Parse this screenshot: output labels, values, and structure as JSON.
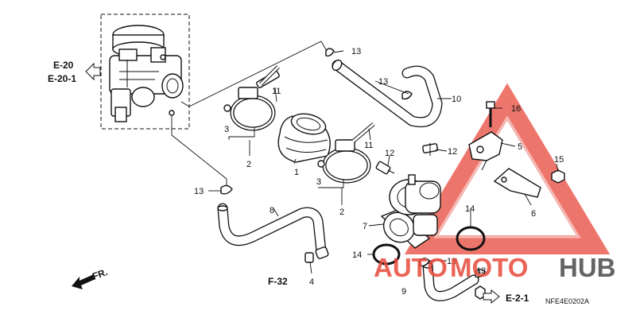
{
  "drawing_code": "NFE4E0202A",
  "references": {
    "e20": "E-20",
    "e201": "E-20-1",
    "f32": "F-32",
    "e21": "E-2-1",
    "fr": "FR."
  },
  "part_numbers": {
    "p1": "1",
    "p2a": "2",
    "p2b": "2",
    "p3a": "3",
    "p3b": "3",
    "p4": "4",
    "p5": "5",
    "p6": "6",
    "p7": "7",
    "p8": "8",
    "p9": "9",
    "p10": "10",
    "p11a": "11",
    "p11b": "11",
    "p12a": "12",
    "p12b": "12",
    "p13a": "13",
    "p13b": "13",
    "p13c": "13",
    "p13d": "13",
    "p13e": "13",
    "p14a": "14",
    "p14b": "14",
    "p15": "15",
    "p16": "16"
  },
  "watermark": {
    "word_part1": "AUTO",
    "word_part2": "MOTO",
    "word_part3": "HUB",
    "accent_color": "#e8493b",
    "dark_color": "#4a4a4a",
    "icon": "warning-triangle-icon"
  },
  "colors": {
    "line": "#111111",
    "background": "#ffffff"
  }
}
